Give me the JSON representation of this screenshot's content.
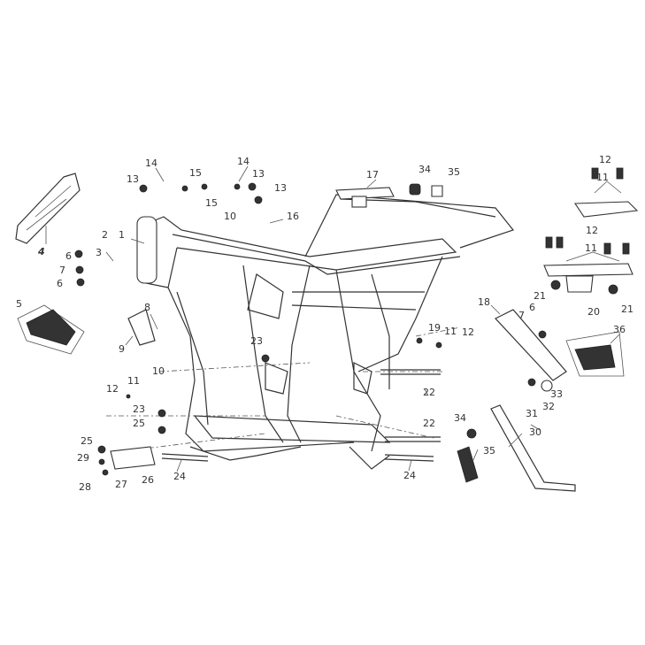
{
  "diagram": {
    "title": "Frame exploded parts diagram",
    "callouts": [
      "4",
      "2",
      "1",
      "3",
      "6",
      "7",
      "6",
      "5",
      "8",
      "9",
      "10",
      "11",
      "12",
      "23",
      "25",
      "25",
      "29",
      "28",
      "27",
      "26",
      "24",
      "14",
      "13",
      "15",
      "14",
      "13",
      "15",
      "10",
      "13",
      "16",
      "17",
      "34",
      "35",
      "12",
      "11",
      "12",
      "11",
      "21",
      "20",
      "21",
      "18",
      "7",
      "6",
      "36",
      "19",
      "11",
      "12",
      "23",
      "22",
      "22",
      "33",
      "32",
      "31",
      "30",
      "34",
      "35",
      "24"
    ]
  }
}
